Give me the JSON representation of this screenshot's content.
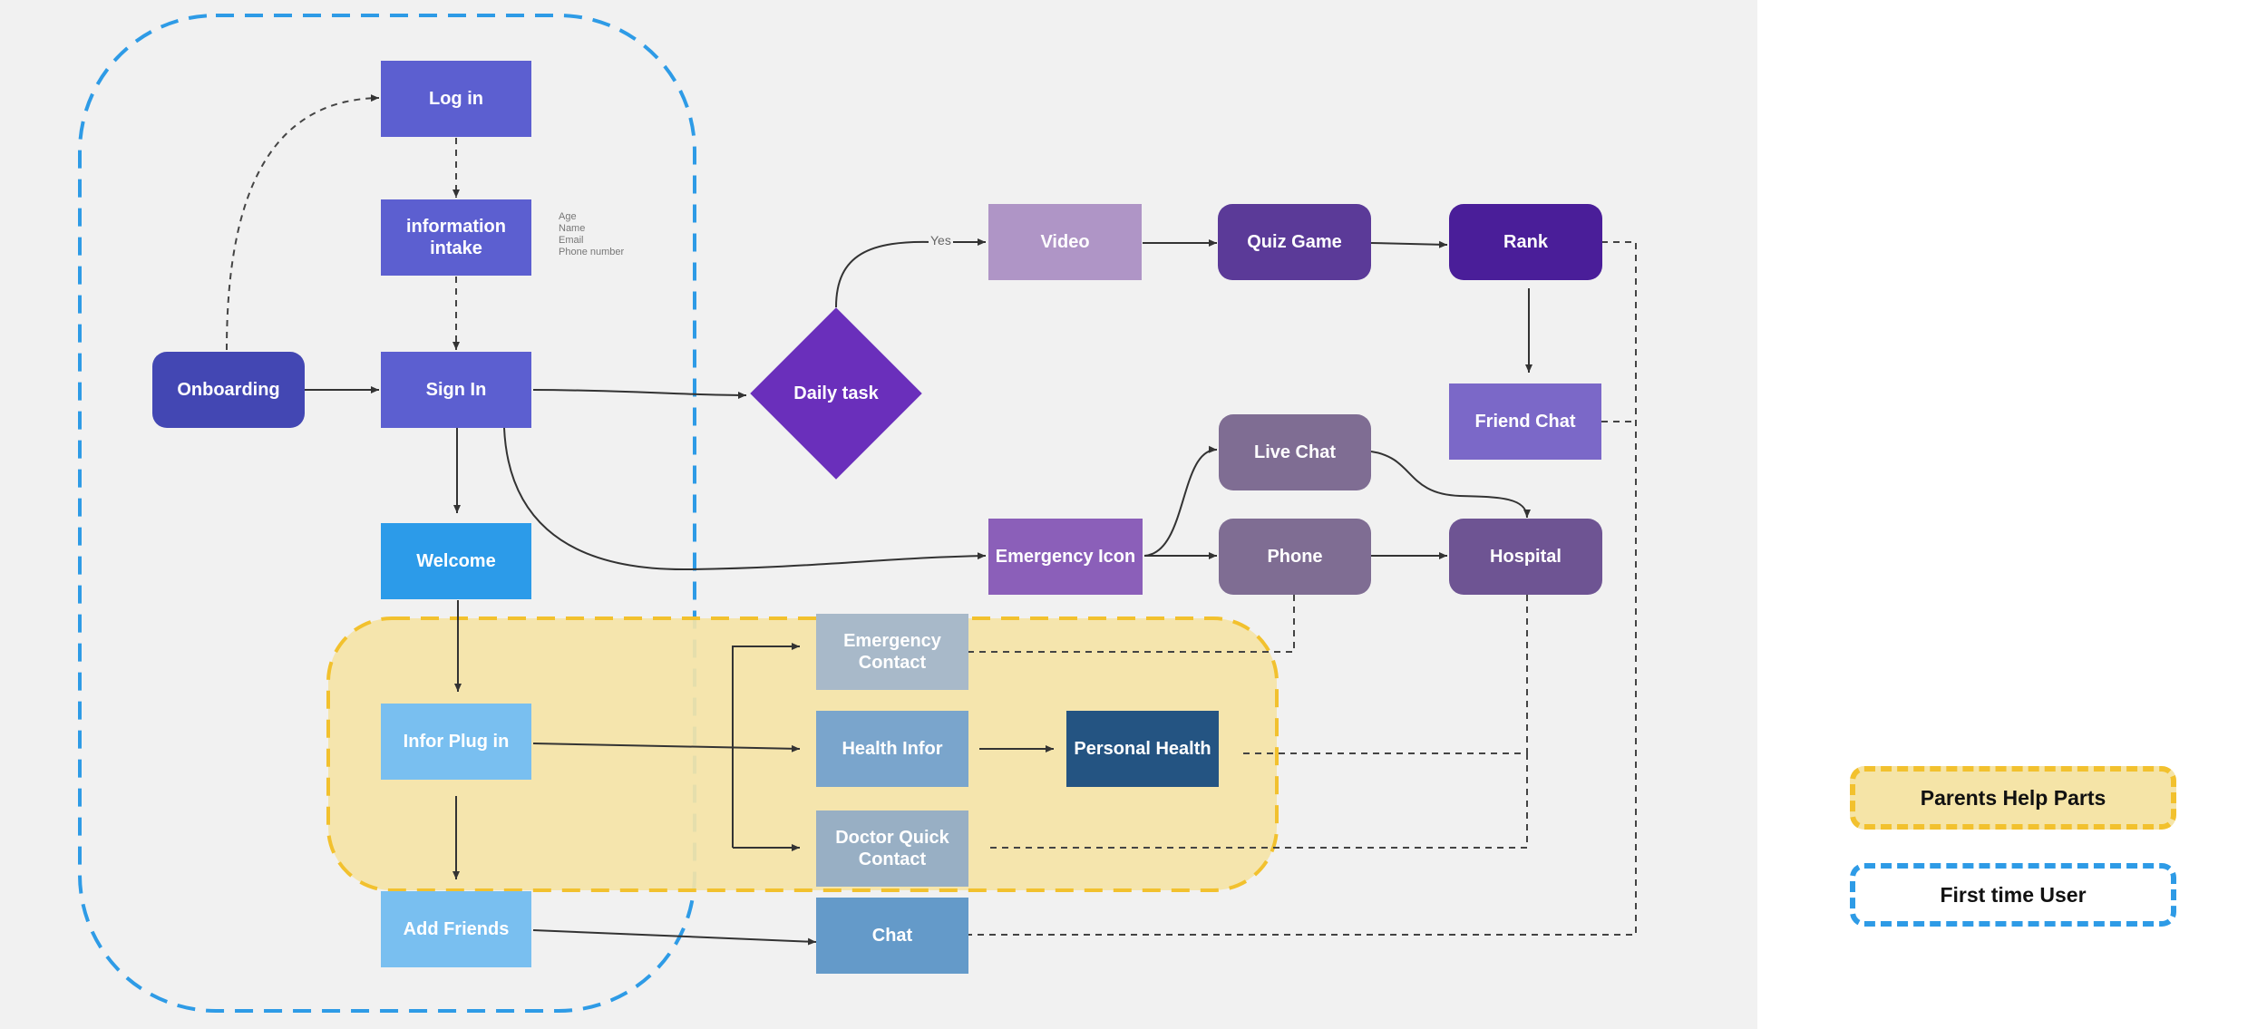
{
  "colors": {
    "canvas": "#f1f1f1",
    "first_time_border": "#2e9be6",
    "parents_border": "#f2c12e",
    "parents_fill": "#f5e4a7"
  },
  "nodes": {
    "login": "Log in",
    "info_intake": "information intake",
    "signin": "Sign In",
    "onboarding": "Onboarding",
    "welcome": "Welcome",
    "infor_plugin": "Infor Plug in",
    "add_friends": "Add Friends",
    "daily_task": "Daily task",
    "video": "Video",
    "quiz": "Quiz Game",
    "rank": "Rank",
    "friend_chat": "Friend Chat",
    "live_chat": "Live Chat",
    "emergency_icon": "Emergency Icon",
    "phone": "Phone",
    "hospital": "Hospital",
    "emergency_contact": "Emergency Contact",
    "health_infor": "Health Infor",
    "personal_health": "Personal Health",
    "doctor_contact": "Doctor Quick Contact",
    "chat": "Chat"
  },
  "intake_fields": [
    "Age",
    "Name",
    "Email",
    "Phone number"
  ],
  "edge_labels": {
    "yes": "Yes"
  },
  "legend": {
    "parents": "Parents Help Parts",
    "first_time": "First time User"
  }
}
